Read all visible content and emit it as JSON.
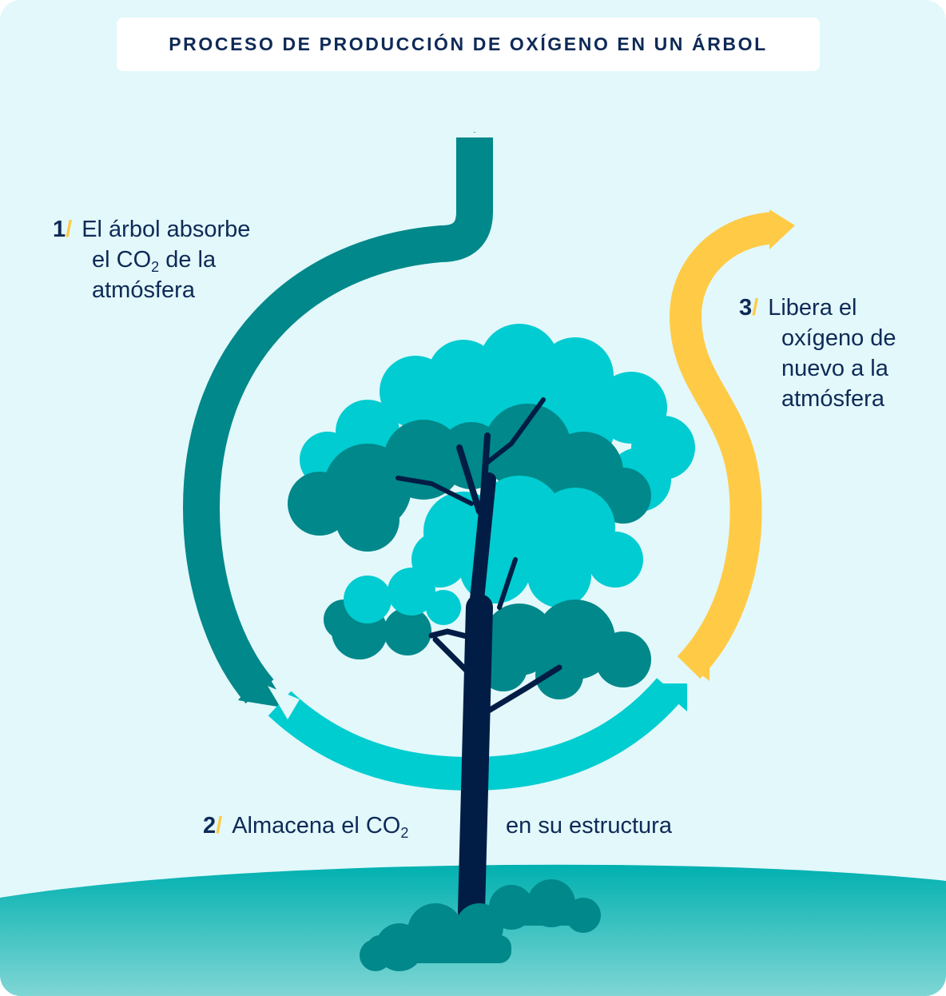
{
  "title": "PROCESO DE PRODUCCIÓN DE OXÍGENO EN UN ÁRBOL",
  "colors": {
    "background": "#e2f8fb",
    "title_text": "#0e2a56",
    "arrow_absorb": "#00888a",
    "arrow_store": "#00cdd0",
    "arrow_release": "#ffcb47",
    "step_slash": "#ffcb47",
    "trunk": "#021d45",
    "foliage_light": "#00ccd1",
    "foliage_dark": "#00888a",
    "ground": "#00b0b0"
  },
  "steps": [
    {
      "number": "1",
      "slash": "/",
      "line1": "El árbol absorbe",
      "line2_pre": "el CO",
      "line2_sub": "2",
      "line2_post": " de la",
      "line3": "atmósfera"
    },
    {
      "number": "2",
      "slash": "/",
      "text_pre": "Almacena el CO",
      "text_sub": "2",
      "text_post": "en su estructura"
    },
    {
      "number": "3",
      "slash": "/",
      "line1": "Libera el",
      "line2": "oxígeno de",
      "line3": "nuevo a la",
      "line4": "atmósfera"
    }
  ]
}
